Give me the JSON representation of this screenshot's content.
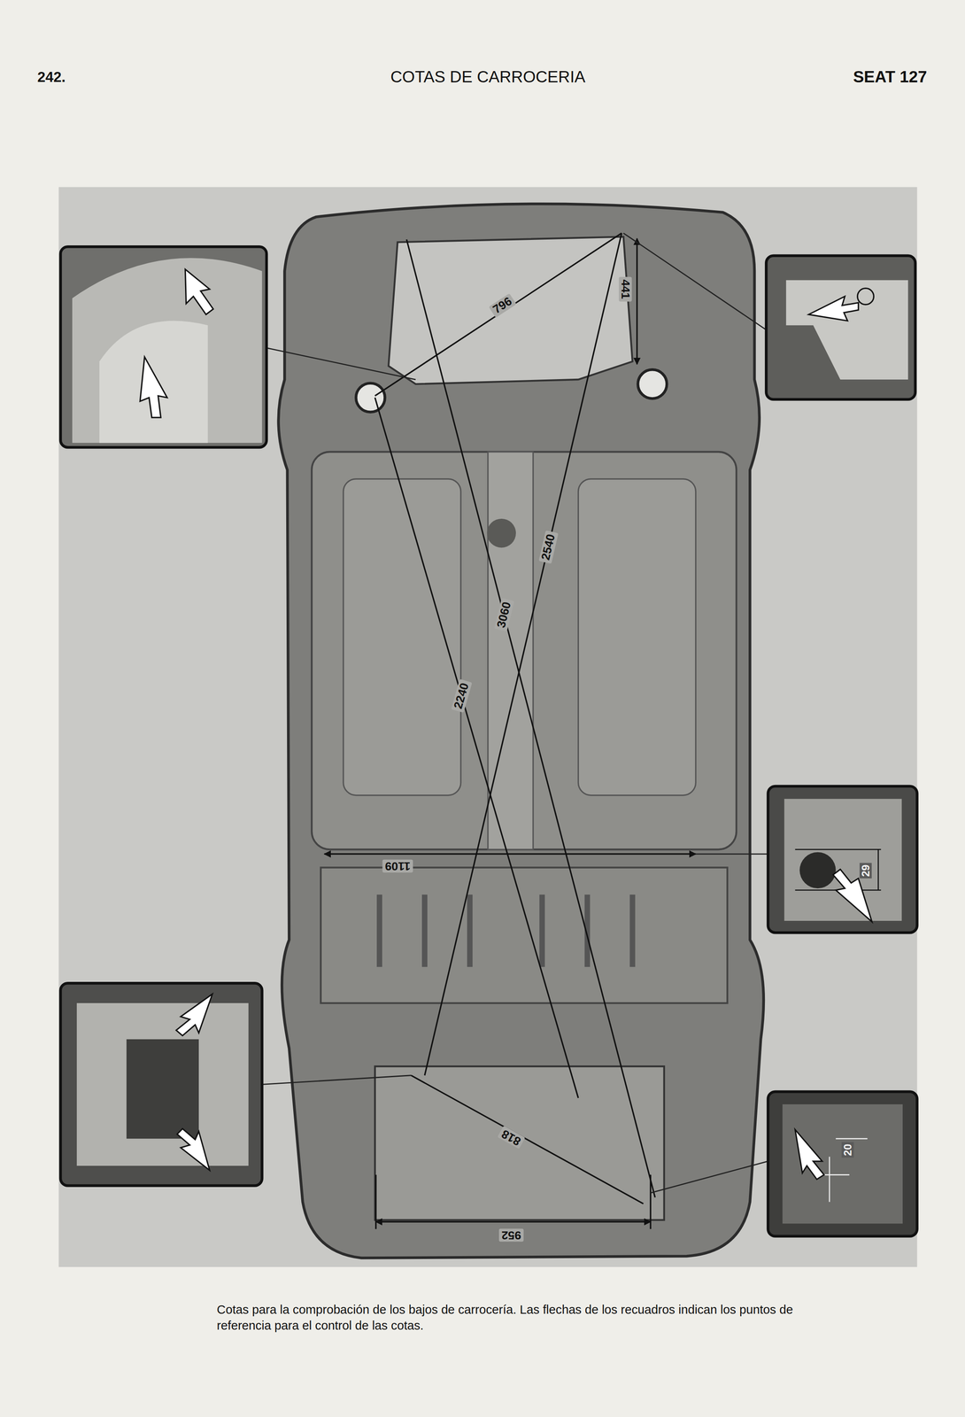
{
  "diagram": {
    "title": "COTAS DE CARROCERIA",
    "caption": "Cotas para la comprobación de los bajos de carrocería. Las flechas de los recuadros indican los puntos de referencia para el control de las cotas.",
    "labels": [
      "242.",
      "SEAT 127",
      "796",
      "441",
      "2540",
      "3060",
      "2240",
      "1109",
      "29",
      "818",
      "20",
      "952"
    ]
  }
}
